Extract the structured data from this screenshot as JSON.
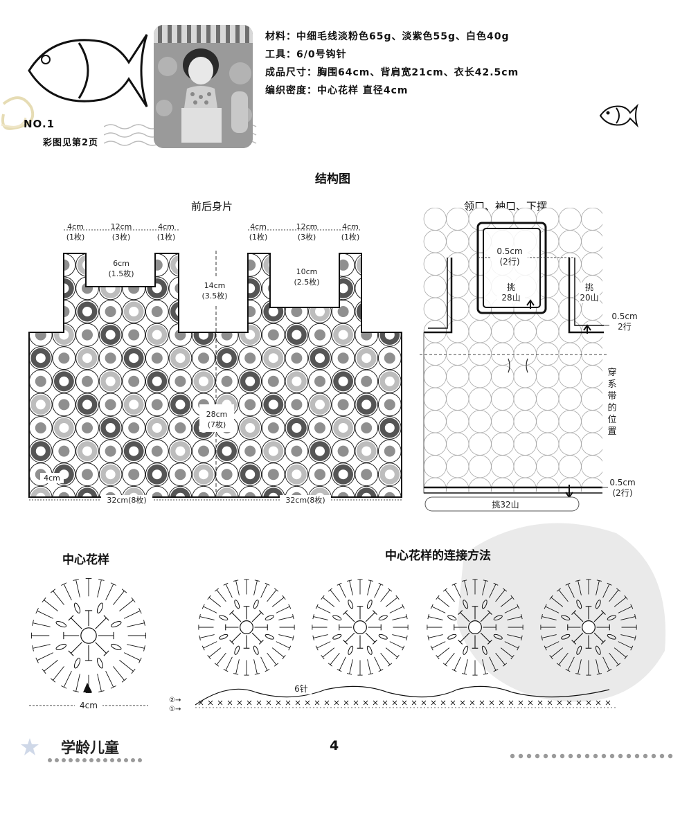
{
  "header": {
    "number": "NO.1",
    "color_ref": "彩图见第2页",
    "materials": "材料：中细毛线淡粉色65g、淡紫色55g、白色40g",
    "tools": "工具：6/0号钩针",
    "size": "成品尺寸：胸围64cm、背肩宽21cm、衣长42.5cm",
    "gauge": "编织密度：中心花样 直径4cm"
  },
  "structure": {
    "title": "结构图",
    "front_back_title": "前后身片",
    "trim_title": "领口、袖口、下摆",
    "dims": {
      "s1": "4cm",
      "s1b": "(1枚)",
      "s2": "12cm",
      "s2b": "(3枚)",
      "s3": "4cm",
      "s3b": "(1枚)",
      "s4": "4cm",
      "s4b": "(1枚)",
      "s5": "12cm",
      "s5b": "(3枚)",
      "s6": "4cm",
      "s6b": "(1枚)",
      "neck_l": "6cm",
      "neck_lb": "(1.5枚)",
      "neck_r": "10cm",
      "neck_rb": "(2.5枚)",
      "armhole": "14cm",
      "armholeb": "(3.5枚)",
      "body": "28cm",
      "bodyb": "(7枚)",
      "motif": "4cm",
      "half_l": "32cm(8枚)",
      "half_r": "32cm(8枚)"
    },
    "trim": {
      "neck_rows": "0.5cm",
      "neck_rowsb": "(2行)",
      "neck_pick": "挑",
      "neck_pickb": "28山",
      "arm_pick": "挑",
      "arm_pickb": "20山",
      "arm_rows": "0.5cm",
      "arm_rowsb": "2行",
      "tie": "穿系带的位置",
      "hem_rows": "0.5cm",
      "hem_rowsb": "(2行)",
      "hem_pick": "挑32山"
    }
  },
  "motif": {
    "title": "中心花样",
    "width": "4cm",
    "join_title": "中心花样的连接方法",
    "chain_label": "6针"
  },
  "footer": {
    "magazine": "学龄儿童",
    "page": "4"
  },
  "colors": {
    "ink": "#111111",
    "grey_fill": "#8f8f8f",
    "dark_ring": "#555555",
    "light_ring": "#bdbdbd",
    "dots": "#9a9a9a"
  }
}
